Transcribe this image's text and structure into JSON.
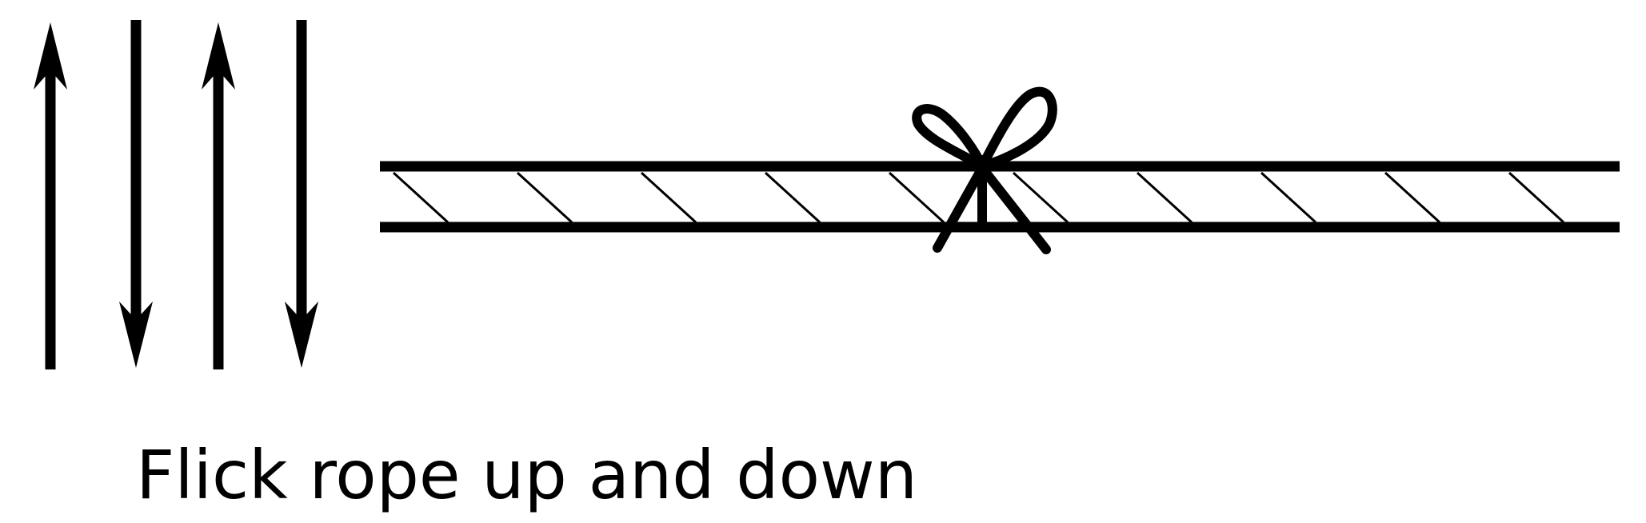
{
  "caption": "Flick rope up and down",
  "motion_arrows": [
    "up",
    "down",
    "up",
    "down"
  ],
  "rope": {
    "stripe_count": 10,
    "has_knot_marker": true
  },
  "colors": {
    "ink": "#000000",
    "background": "#ffffff"
  }
}
